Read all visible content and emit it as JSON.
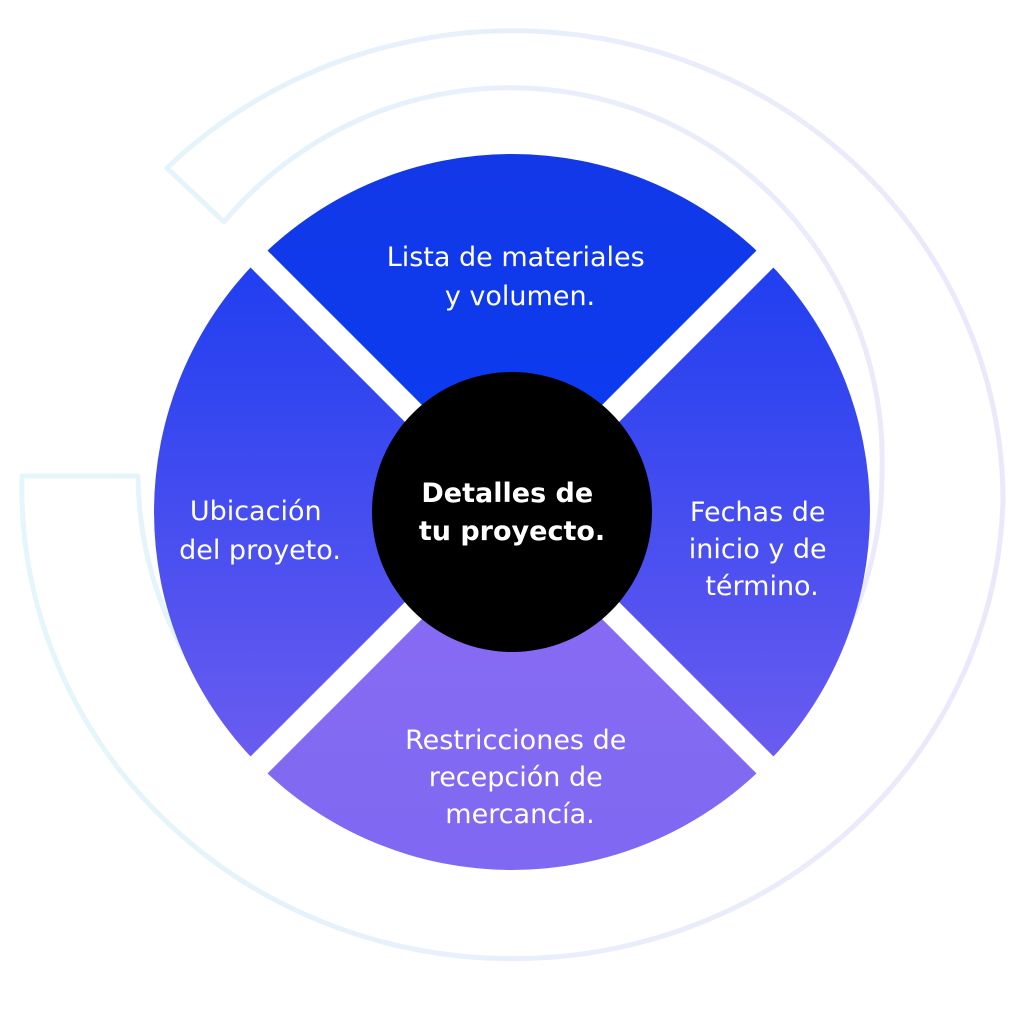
{
  "diagram": {
    "center": {
      "lines": [
        "Detalles de",
        "tu proyecto."
      ]
    },
    "segments": [
      {
        "id": "top",
        "lines": [
          "Lista de materiales",
          "y volumen."
        ]
      },
      {
        "id": "right",
        "lines": [
          "Fechas de",
          "inicio y de",
          "término."
        ]
      },
      {
        "id": "bottom",
        "lines": [
          "Restricciones de",
          "recepción de",
          "mercancía."
        ]
      },
      {
        "id": "left",
        "lines": [
          "Ubicación",
          "del proyeto."
        ]
      }
    ]
  },
  "colors": {
    "top_start": "#1238e8",
    "top_end": "#0a3cf2",
    "side_start": "#1f3ef0",
    "side_end": "#6b5cf0",
    "bottom_start": "#8a6cf4",
    "bottom_end": "#7f68f2",
    "center_fill": "#000000",
    "ring_start": "#e4f6fb",
    "ring_end": "#ebe8fb"
  }
}
